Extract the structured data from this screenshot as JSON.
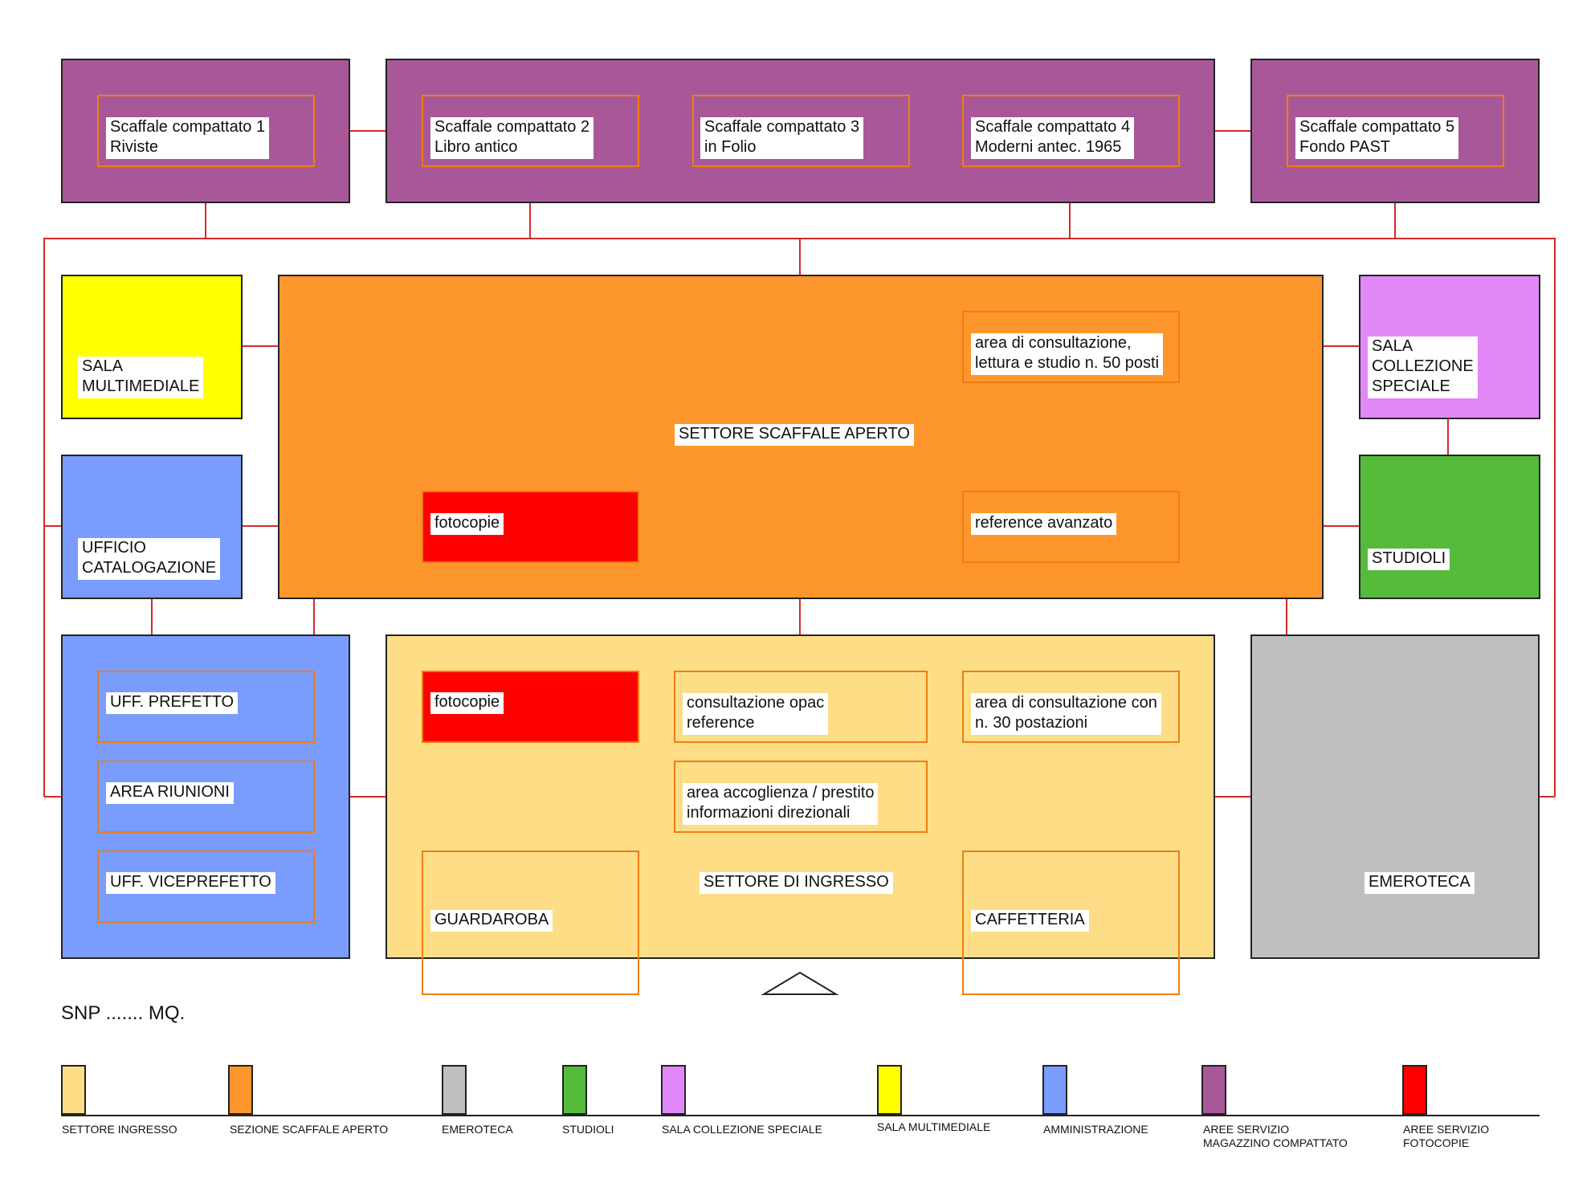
{
  "colors": {
    "ingresso": "#fedd87",
    "scaffale_aperto": "#fd962d",
    "emeroteca": "#bfbfbf",
    "studioli": "#55bb3a",
    "collezione_speciale": "#e287f7",
    "multimediale": "#ffff00",
    "amministrazione": "#7a9cfd",
    "magazzino": "#a85899",
    "fotocopie": "#ff0000",
    "connector": "#d42a2a",
    "inner_border": "#f07d10"
  },
  "magazzino": {
    "scaffale_1": {
      "line1": "Scaffale compattato 1",
      "line2": "Riviste"
    },
    "scaffale_2": {
      "line1": "Scaffale compattato 2",
      "line2": "Libro antico"
    },
    "scaffale_3": {
      "line1": "Scaffale compattato 3",
      "line2": "in Folio"
    },
    "scaffale_4": {
      "line1": "Scaffale compattato 4",
      "line2": "Moderni antec. 1965"
    },
    "scaffale_5": {
      "line1": "Scaffale compattato 5",
      "line2": "Fondo PAST"
    }
  },
  "sala_multimediale": {
    "line1": "SALA",
    "line2": "MULTIMEDIALE"
  },
  "ufficio_catalogazione": {
    "line1": "UFFICIO",
    "line2": "CATALOGAZIONE"
  },
  "sala_collezione": {
    "line1": "SALA",
    "line2": "COLLEZIONE",
    "line3": "SPECIALE"
  },
  "studioli": {
    "label": "STUDIOLI"
  },
  "scaffale_aperto": {
    "title": "SETTORE SCAFFALE APERTO",
    "consultazione": {
      "line1": "area di consultazione,",
      "line2": "lettura e studio n. 50 posti"
    },
    "fotocopie": "fotocopie",
    "reference": "reference avanzato"
  },
  "amministrazione": {
    "prefetto": "UFF. PREFETTO",
    "riunioni": "AREA RIUNIONI",
    "viceprefetto": "UFF. VICEPREFETTO"
  },
  "ingresso": {
    "title": "SETTORE DI INGRESSO",
    "fotocopie": "fotocopie",
    "opac": {
      "line1": "consultazione opac",
      "line2": "reference"
    },
    "consultazione": {
      "line1": "area di consultazione con",
      "line2": "n. 30 postazioni"
    },
    "accoglienza": {
      "line1": "area accoglienza / prestito",
      "line2": "informazioni direzionali"
    },
    "guardaroba": "GUARDAROBA",
    "caffetteria": "CAFFETTERIA"
  },
  "emeroteca": {
    "label": "EMEROTECA"
  },
  "snp": "SNP  ....... MQ.",
  "legend": [
    {
      "key": "ingresso",
      "label": "SETTORE INGRESSO"
    },
    {
      "key": "scaffale_aperto",
      "label": "SEZIONE SCAFFALE APERTO"
    },
    {
      "key": "emeroteca",
      "label": "EMEROTECA"
    },
    {
      "key": "studioli",
      "label": "STUDIOLI"
    },
    {
      "key": "collezione_speciale",
      "label": "SALA COLLEZIONE SPECIALE"
    },
    {
      "key": "multimediale",
      "label": "SALA MULTIMEDIALE"
    },
    {
      "key": "amministrazione",
      "label": "AMMINISTRAZIONE"
    },
    {
      "key": "magazzino",
      "label": "AREE SERVIZIO",
      "label2": "MAGAZZINO COMPATTATO"
    },
    {
      "key": "fotocopie",
      "label": "AREE SERVIZIO",
      "label2": "FOTOCOPIE"
    }
  ]
}
